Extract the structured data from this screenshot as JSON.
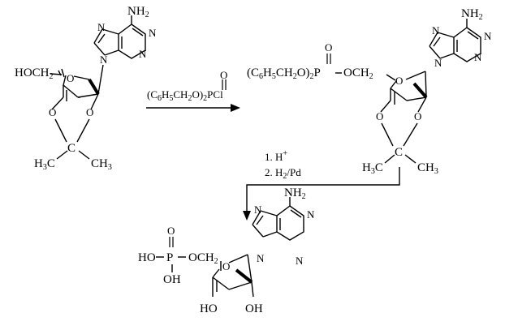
{
  "colors": {
    "ink": "#000000",
    "background": "#ffffff"
  },
  "reagents": {
    "step1": [
      "(C",
      "6",
      "H",
      "5",
      "CH",
      "2",
      "O)",
      "2",
      "P",
      "Cl",
      "O"
    ],
    "step2_line1": [
      "1. H",
      "+"
    ],
    "step2_line2": [
      "2. H",
      "2",
      "/Pd"
    ]
  },
  "compound1": {
    "hoch2": [
      "HOCH",
      "2"
    ],
    "nh2": [
      "NH",
      "2"
    ],
    "n_atom": "N",
    "o_atom": "O",
    "c_atom": "C",
    "h3c": [
      "H",
      "3",
      "C"
    ],
    "ch3": [
      "CH",
      "3"
    ]
  },
  "compound2": {
    "prefix": [
      "(C",
      "6",
      "H",
      "5",
      "CH",
      "2",
      "O)",
      "2",
      "P"
    ],
    "p_oxo": "O",
    "och2": [
      "OCH",
      "2"
    ],
    "nh2": [
      "NH",
      "2"
    ],
    "n_atom": "N",
    "o_atom": "O",
    "c_atom": "C",
    "h3c": [
      "H",
      "3",
      "C"
    ],
    "ch3": [
      "CH",
      "3"
    ]
  },
  "compound3": {
    "ho_p": "HO",
    "p_atom": "P",
    "p_oxo": "O",
    "ho_lower": "OH",
    "och2": [
      "OCH",
      "2"
    ],
    "nh2": [
      "NH",
      "2"
    ],
    "n_atom": "N",
    "o_atom": "O",
    "ho_ring": "HO",
    "oh_ring": "OH"
  }
}
